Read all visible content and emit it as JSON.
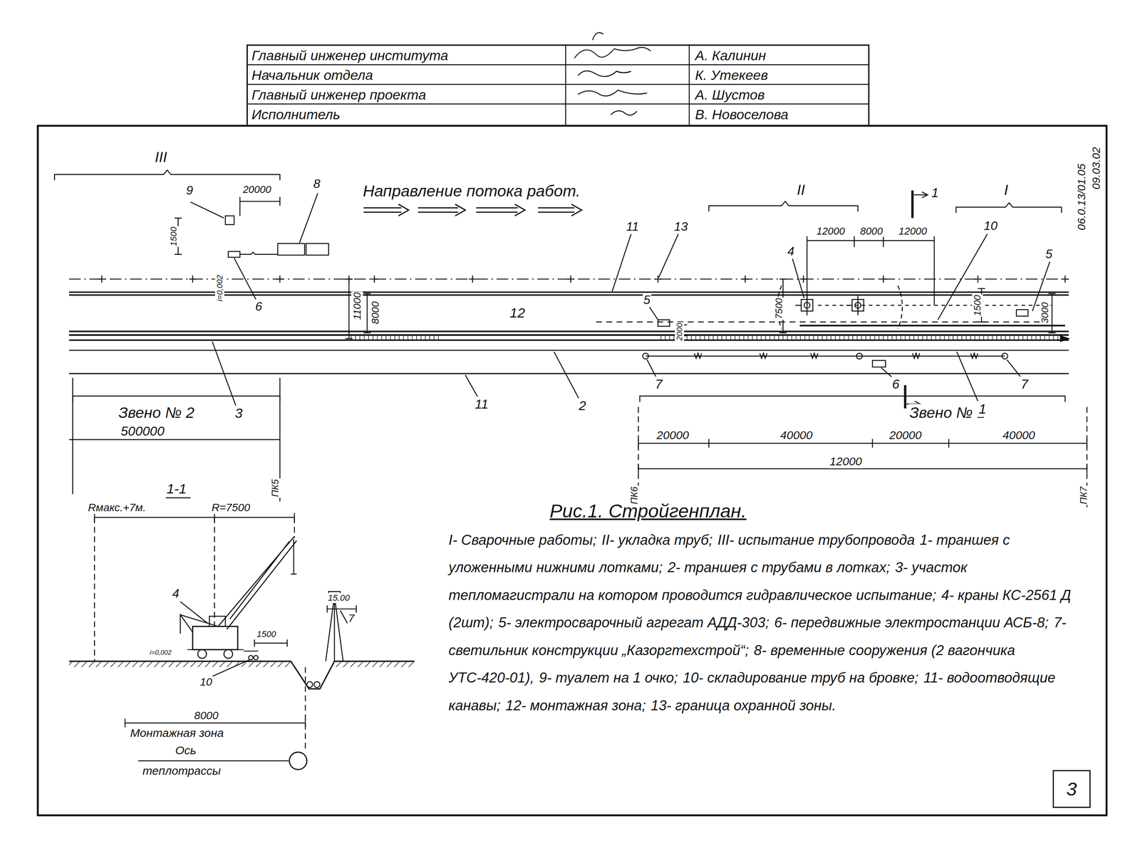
{
  "diagram": {
    "title": "Рис.1. Стройгенплан.",
    "nodes": [
      {
        "text": [
          "3"
        ]
      }
    ],
    "labels": [
      "Главный инженер института",
      "А. Калинин",
      "Начальник отдела",
      "К. Утекеев",
      "Главный инженер проекта",
      "А. Шустов",
      "Исполнитель",
      "В. Новоселова",
      "09.03.02",
      "06.0.13/01.05",
      "III",
      "9",
      "20000",
      "8",
      "1500",
      "Направление потока работ.",
      "II",
      "I",
      "1",
      "12000",
      "8000",
      "12000",
      "10",
      "5",
      "4",
      "11",
      "13",
      "12",
      "6",
      "i=0,002",
      "11000",
      "8000",
      "5",
      "2000",
      "7500",
      "1500",
      "3000",
      "7",
      "6",
      "7",
      "1",
      "Звено № 2",
      "3",
      "11",
      "2",
      "Звено № 1",
      "1",
      "500000",
      "20000",
      "40000",
      "20000",
      "40000",
      "12000",
      "ПК5",
      "ПК6",
      "ПК7",
      "1-1",
      "Rмакс.+7м.",
      "R=7500",
      "4",
      "15.00",
      "1500",
      "i=0,002",
      "10",
      "8000",
      "Монтажная зона",
      "Ось",
      "теплотрассы",
      "7",
      "I- Сварочные работы;",
      "II- укладка труб;",
      "III- испытание трубопровода",
      "1- траншея с уложенными нижними лотками;",
      "2- траншея с трубами в лотках;",
      "3- участок тепломагистрали на котором проводится гидравлическое испытание;",
      "4- краны КС-2561 Д (2шт);",
      "5- электросварочный агрегат АДД-303;",
      "6- передвижные электростанции АСБ-8;",
      "7- светильник конструкции „Казоргтехстрой“;",
      "8- временные сооружения (2 вагончика УТС-420-01),",
      "9- туалет на 1 очко;",
      "10- складирование труб на бровке;",
      "11- водоотводящие канавы;",
      "12- монтажная зона;",
      "13- граница охранной зоны."
    ]
  }
}
